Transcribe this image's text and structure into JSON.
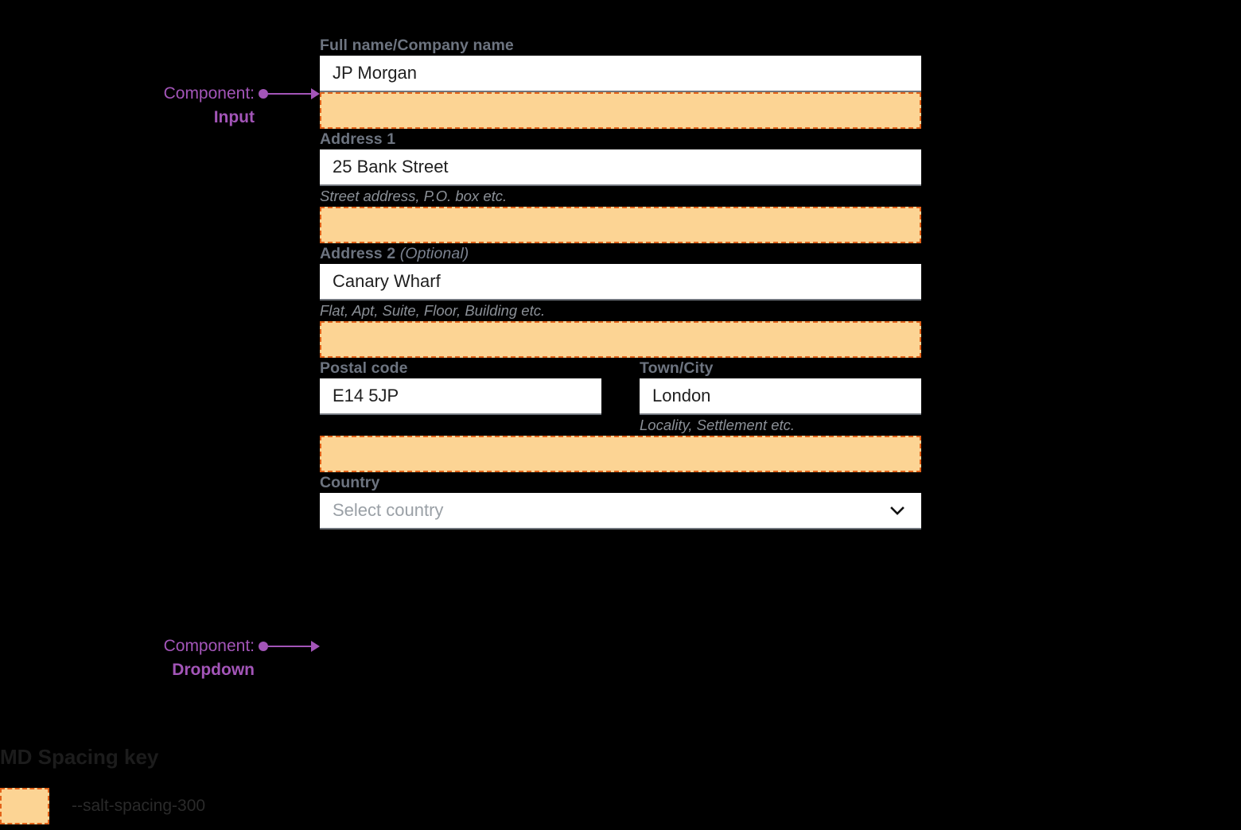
{
  "form": {
    "fields": [
      {
        "id": "full-name",
        "label": "Full name/Company name",
        "optional_suffix": "",
        "value": "JP Morgan",
        "placeholder": "",
        "helper": ""
      },
      {
        "id": "address-1",
        "label": "Address 1",
        "optional_suffix": "",
        "value": "25 Bank Street",
        "placeholder": "",
        "helper": "Street address, P.O. box etc."
      },
      {
        "id": "address-2",
        "label": "Address 2",
        "optional_suffix": "(Optional)",
        "value": "Canary Wharf",
        "placeholder": "",
        "helper": "Flat, Apt, Suite, Floor, Building etc."
      },
      {
        "id": "postal-code",
        "label": "Postal code",
        "optional_suffix": "",
        "value": "E14 5JP",
        "placeholder": "",
        "helper": ""
      },
      {
        "id": "town-city",
        "label": "Town/City",
        "optional_suffix": "",
        "value": "London",
        "placeholder": "",
        "helper": "Locality, Settlement etc."
      },
      {
        "id": "country",
        "label": "Country",
        "optional_suffix": "",
        "value": "",
        "placeholder": "Select country",
        "helper": "",
        "icon": "chevron-down-icon"
      }
    ]
  },
  "annotations": [
    {
      "id": "input-annotation",
      "lead": "Component:",
      "component": "Input"
    },
    {
      "id": "dropdown-annotation",
      "lead": "Component:",
      "component": "Dropdown"
    }
  ],
  "legend": {
    "title": "MD Spacing key",
    "items": [
      {
        "token": "--salt-spacing-300",
        "color": "#fcd494",
        "border_color": "#e2631a"
      }
    ]
  },
  "colors": {
    "background": "#000000",
    "annotation_purple": "#a355b8",
    "spacing_fill": "#fcd494",
    "spacing_border": "#e2631a",
    "label_gray": "#6d7480",
    "helper_gray": "#8b9097",
    "input_bg": "#ffffff",
    "input_border_bottom": "#70757d",
    "value_text": "#1f1f1f",
    "placeholder_text": "#9aa0a6"
  }
}
